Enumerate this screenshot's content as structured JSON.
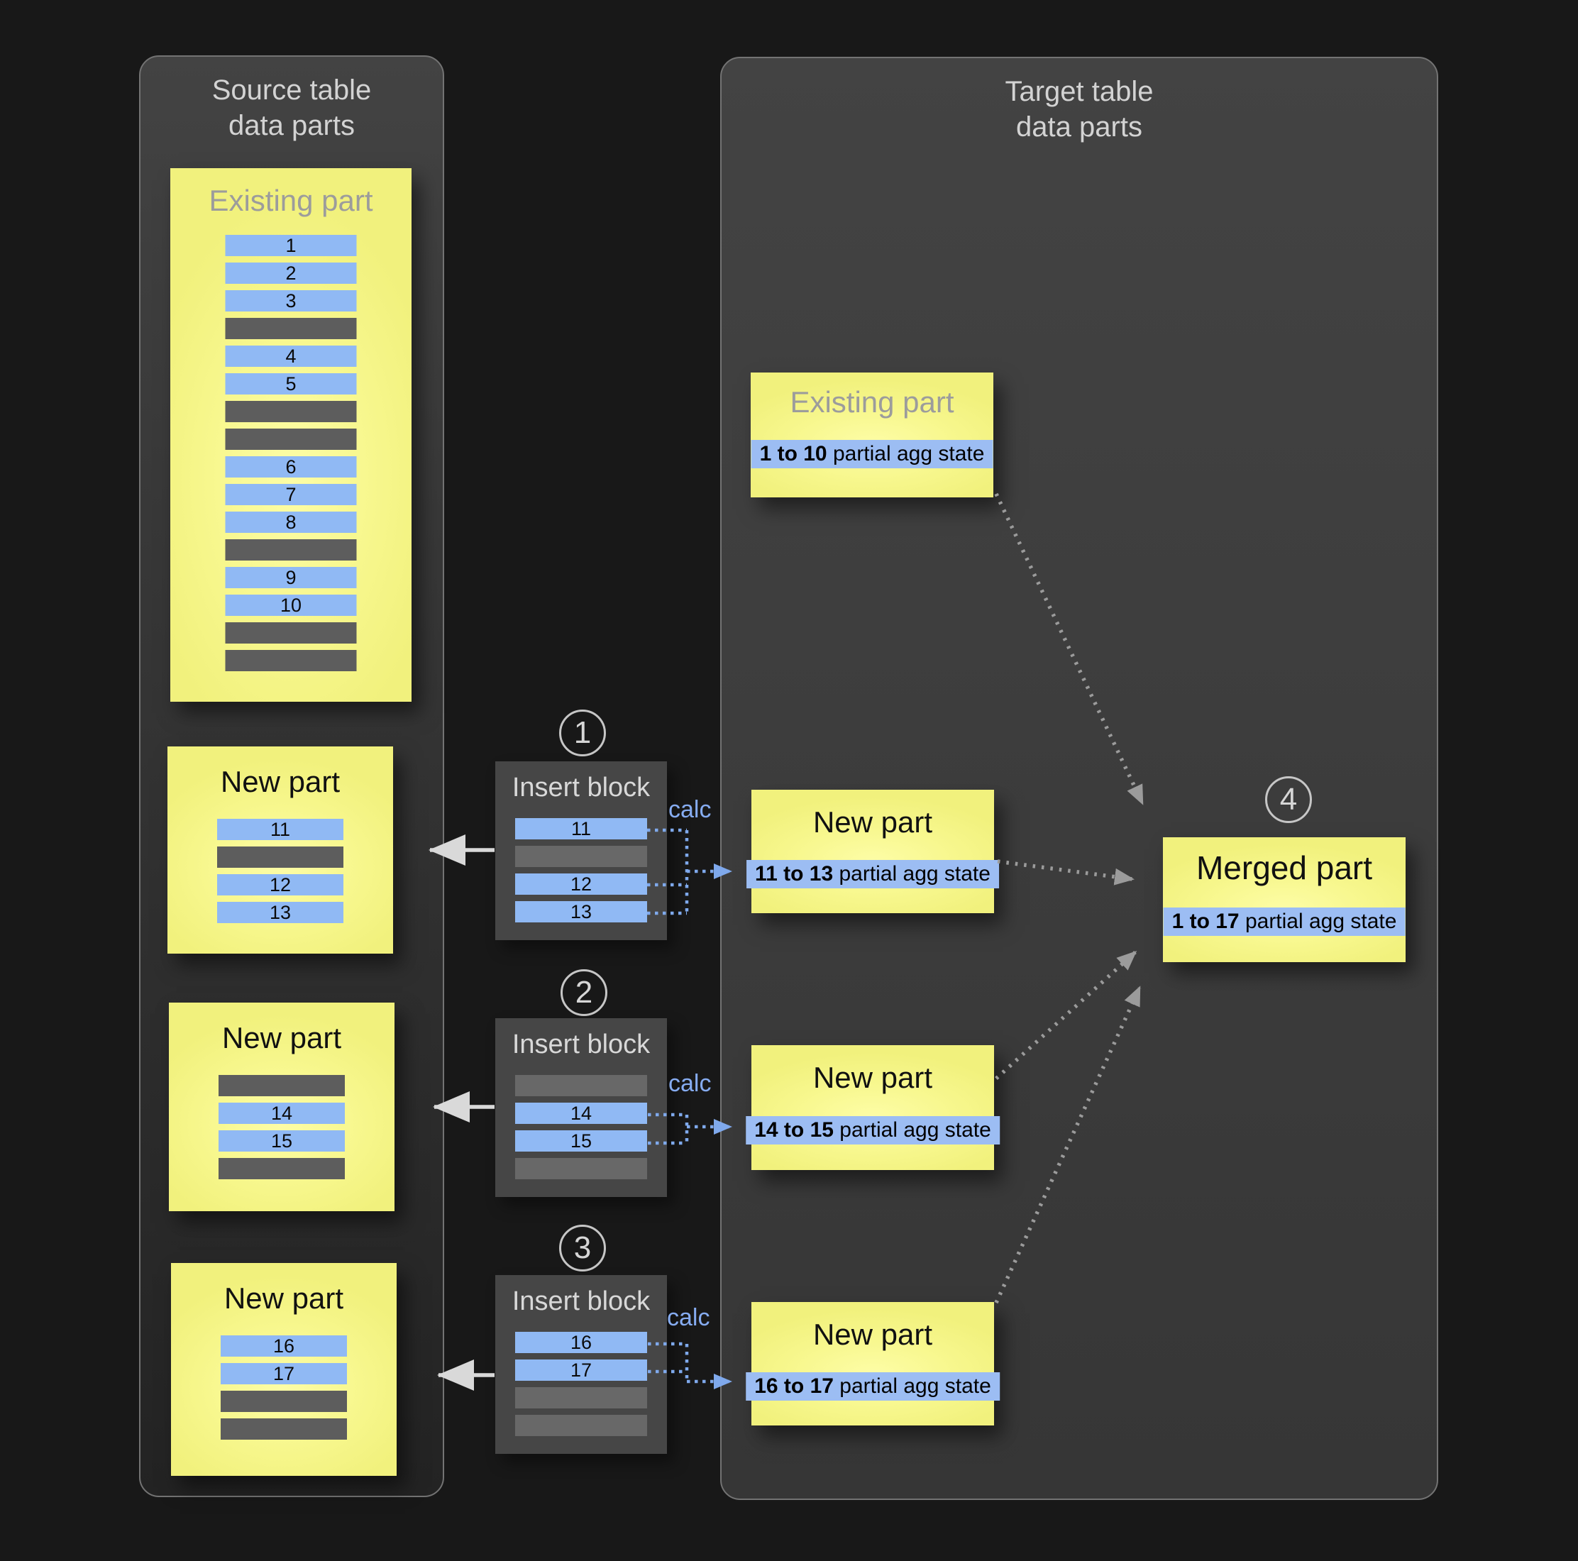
{
  "diagram": {
    "source_panel": {
      "title_line1": "Source table",
      "title_line2": "data parts",
      "existing_part": {
        "title": "Existing part",
        "rows": [
          "1",
          "2",
          "3",
          "",
          "4",
          "5",
          "",
          "",
          "6",
          "7",
          "8",
          "",
          "9",
          "10",
          "",
          ""
        ]
      },
      "new_parts": [
        {
          "title": "New part",
          "rows": [
            "11",
            "",
            "12",
            "13"
          ]
        },
        {
          "title": "New part",
          "rows": [
            "",
            "14",
            "15",
            ""
          ]
        },
        {
          "title": "New part",
          "rows": [
            "16",
            "17",
            "",
            ""
          ]
        }
      ]
    },
    "insert_blocks": [
      {
        "step_number": "1",
        "title": "Insert block",
        "calc_label": "calc",
        "rows": [
          "11",
          "",
          "12",
          "13"
        ]
      },
      {
        "step_number": "2",
        "title": "Insert block",
        "calc_label": "calc",
        "rows": [
          "",
          "14",
          "15",
          ""
        ]
      },
      {
        "step_number": "3",
        "title": "Insert block",
        "calc_label": "calc",
        "rows": [
          "16",
          "17",
          "",
          ""
        ]
      }
    ],
    "target_panel": {
      "title_line1": "Target table",
      "title_line2": "data parts",
      "existing_part": {
        "title": "Existing part",
        "agg_range": "1 to 10",
        "agg_suffix": " partial agg state"
      },
      "new_parts": [
        {
          "title": "New part",
          "agg_range": "11 to 13",
          "agg_suffix": " partial agg state"
        },
        {
          "title": "New part",
          "agg_range": "14 to 15",
          "agg_suffix": " partial agg state"
        },
        {
          "title": "New part",
          "agg_range": "16 to 17",
          "agg_suffix": " partial agg state"
        }
      ],
      "merged_part": {
        "step_number": "4",
        "title": "Merged part",
        "agg_range": "1 to 17",
        "agg_suffix": " partial agg state"
      }
    },
    "colors": {
      "part_yellow": "#f5f584",
      "row_blue": "#90b9f4",
      "row_gray": "#5d5d5d",
      "chip_blue": "#9cbdf3",
      "calc_blue": "#86acf1",
      "connector_blue": "#7fa9ec",
      "arrow_gray": "#9b9b9b",
      "arrow_white": "#d9d9d9",
      "panel_bg": "#3a3a3a",
      "insert_block_bg": "#464646"
    }
  }
}
